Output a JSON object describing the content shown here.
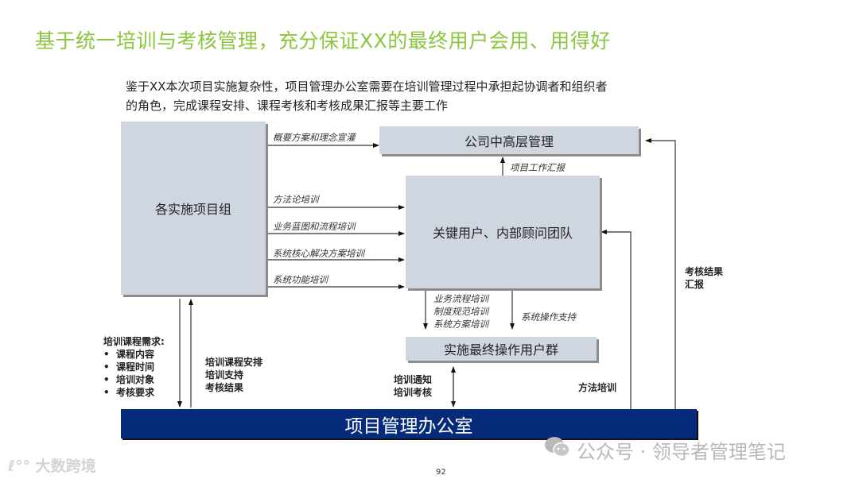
{
  "title": "基于统一培训与考核管理，充分保证XX的最终用户会用、用得好",
  "intro": {
    "line1": "鉴于XX本次项目实施复杂性，项目管理办公室需要在培训管理过程中承担起协调者和组织者",
    "line2": "的角色，完成课程安排、课程考核和考核成果汇报等主要工作"
  },
  "boxes": {
    "project_groups": "各实施项目组",
    "senior_mgmt": "公司中高层管理",
    "key_users": "关键用户、内部顾问团队",
    "end_users": "实施最终操作用户群",
    "pmo": "项目管理办公室"
  },
  "arrow_labels": {
    "overview": "概要方案和理念宣灌",
    "methodology": "方法论培训",
    "blueprint": "业务蓝图和流程培训",
    "core_solution": "系统核心解决方案培训",
    "function": "系统功能培训",
    "work_report": "项目工作汇报",
    "downstream_training": [
      "业务流程培训",
      "制度规范培训",
      "系统方案培训"
    ],
    "operation_support": "系统操作支持",
    "notice": [
      "培训通知",
      "培训考核"
    ],
    "method_training": "方法培训",
    "assessment_report": [
      "考核结果",
      "汇报"
    ],
    "schedule": [
      "培训课程安排",
      "培训支持",
      "考核结果"
    ],
    "requirements_title": "培训课程需求:",
    "requirements": [
      "课程内容",
      "课程时间",
      "培训对象",
      "考核要求"
    ]
  },
  "watermark": {
    "wechat": "公众号 · 领导者管理笔记",
    "brand": "大数跨境"
  },
  "page_number": "92",
  "colors": {
    "title_green": "#8cc63f",
    "box_fill": "#cfd6e0",
    "pmo_fill": "#062b7a"
  }
}
